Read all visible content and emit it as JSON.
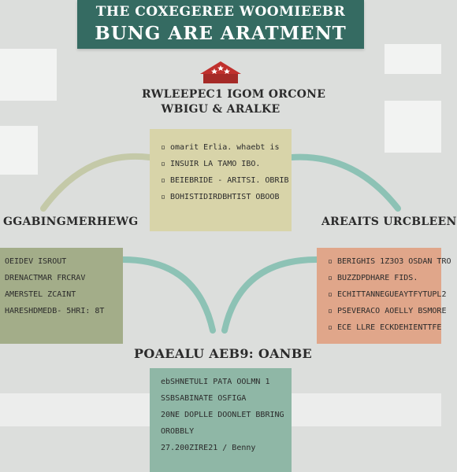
{
  "banner": {
    "line1": "THE COXEGEREE WOOMIEEBR",
    "line2": "BUNG ARE ARATMENT"
  },
  "center_heading": {
    "line1": "RWLEEPEC1 IGOM ORCONE",
    "line2": "WBIGU & ARALKE"
  },
  "left_heading": "GGABINGMERHEWG",
  "right_heading": "AREAITS URCBLEEN",
  "bottom_heading": "POAEALU AEB9: OANBE",
  "boxes": {
    "top": [
      "omarit Erlia. whaebt is",
      "INSUIR LA TAMO IBO.",
      "BEIEBRIDE - ARITSI. OBRIB",
      "BOHISTIDIRDBHTIST OBOOB"
    ],
    "left": [
      "OEIDEV ISROUT",
      "DRENACTMAR FRCRAV",
      "AMERSTEL ZCAINT",
      "HARESHDMEDB- 5HRI: 8T"
    ],
    "right": [
      "BERIGHIS 1Z3O3 OSDAN TRO",
      "BUZZDPDHARE FIDS.",
      "ECHITTANNEGUEAYTFYTUPL2",
      "PSEVERACO AOELLY BSMORE",
      "ECE LLRE ECKDEHIENTTFE"
    ],
    "bottom": [
      "ebSHNETULI PATA OOLMN 1",
      "SSBSABINATE OSFIGA",
      "20NE DOPLLE DOONLET BBRING",
      "OROBBLY",
      "27.200ZIRE21 / Benny"
    ]
  }
}
